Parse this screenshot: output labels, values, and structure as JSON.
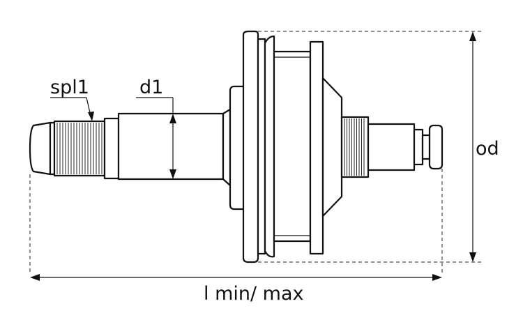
{
  "labels": {
    "spline": "spl1",
    "diameter": "d1",
    "outer_diameter": "od",
    "length": "l min/ max"
  }
}
